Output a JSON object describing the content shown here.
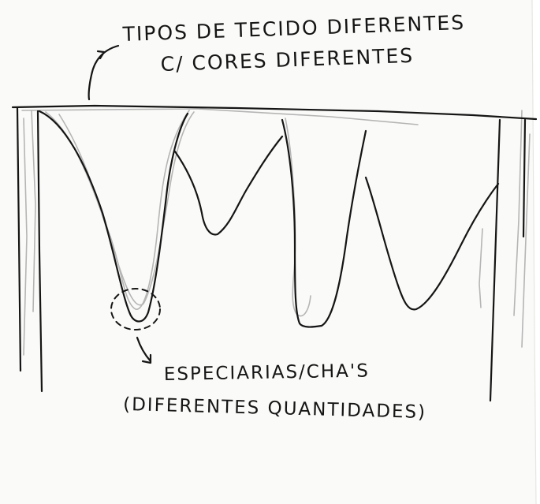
{
  "paper": {
    "sheet_color": "#fafaf8",
    "backdrop_color": "#ffffff",
    "ink_color": "#151515",
    "pencil_color": "#b5b5b5"
  },
  "annotations": {
    "top_line_1": "TIPOS DE TECIDO DIFERENTES",
    "top_line_2": "C/ CORES DIFERENTES",
    "bottom_line_1": "ESPECIARIAS/CHA'S",
    "bottom_line_2": "(DIFERENTES QUANTIDADES)"
  }
}
